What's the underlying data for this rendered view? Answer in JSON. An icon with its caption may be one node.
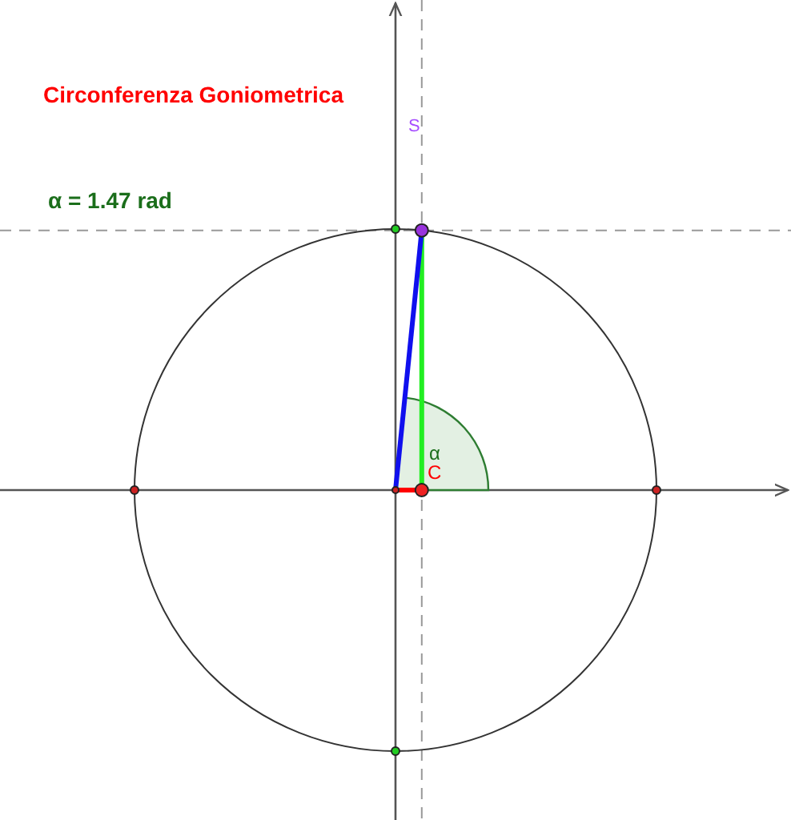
{
  "diagram": {
    "title": "Circonferenza Goniometrica",
    "labels": [
      "α = 1.47 rad",
      "S",
      "α",
      "C"
    ]
  }
}
